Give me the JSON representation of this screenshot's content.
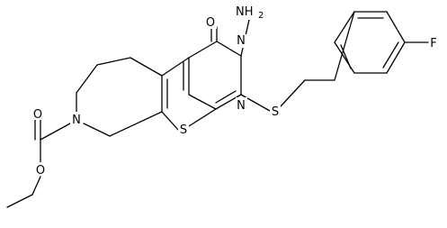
{
  "molecule": {
    "labels": {
      "amino": "NH",
      "amino_sub": "2",
      "ring_n_top": "N",
      "ring_n_bottom": "N",
      "ring_n_left": "N",
      "carbonyl_o": "O",
      "thio_s": "S",
      "ring_s": "S",
      "fluoro": "F",
      "ester_o_double": "O",
      "ester_o_single": "O"
    }
  }
}
